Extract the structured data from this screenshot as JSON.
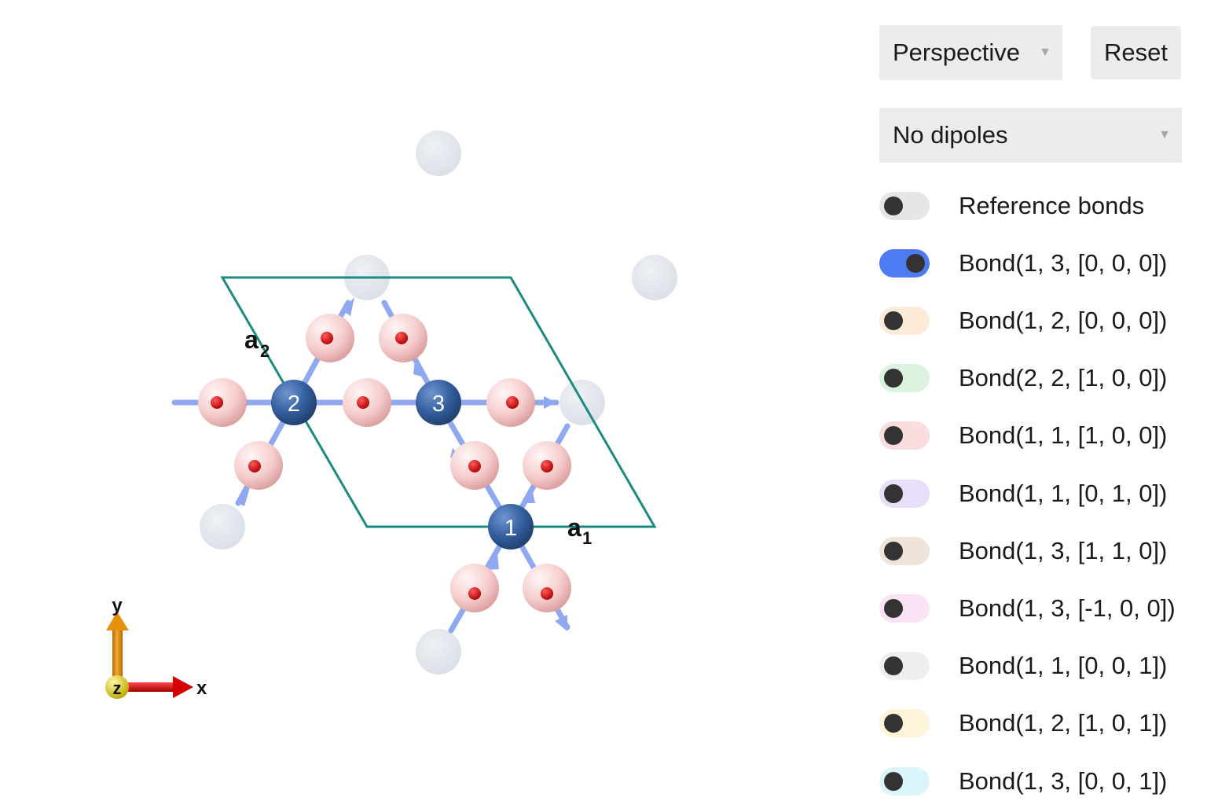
{
  "viewer": {
    "atoms": [
      {
        "label": "1"
      },
      {
        "label": "2"
      },
      {
        "label": "3"
      }
    ],
    "lattice_vectors": [
      {
        "symbol": "a",
        "subscript": "1"
      },
      {
        "symbol": "a",
        "subscript": "2"
      }
    ],
    "axes": {
      "x": "x",
      "y": "y",
      "z": "z"
    },
    "colors": {
      "atom_primary": "#34609f",
      "atom_ghost": "#e1e5ec",
      "dipole_sphere": "#f8d3d3",
      "dipole_center": "#d40000",
      "bond": "#8fa8ef",
      "unit_cell": "#1a8a82",
      "axis_x": "#d40000",
      "axis_y": "#e88f0c",
      "axis_z": "#e6e02a"
    }
  },
  "controls": {
    "projection": {
      "value": "Perspective",
      "icon": "caret-down-icon"
    },
    "reset_label": "Reset",
    "dipoles": {
      "value": "No dipoles",
      "icon": "caret-down-icon"
    }
  },
  "bond_toggles": [
    {
      "label": "Reference bonds",
      "on": false,
      "color": "#e6e6e6"
    },
    {
      "label": "Bond(1, 3, [0, 0, 0])",
      "on": true,
      "color": "#4d7cf2"
    },
    {
      "label": "Bond(1, 2, [0, 0, 0])",
      "on": false,
      "color": "#fcebd9"
    },
    {
      "label": "Bond(2, 2, [1, 0, 0])",
      "on": false,
      "color": "#dcf4df"
    },
    {
      "label": "Bond(1, 1, [1, 0, 0])",
      "on": false,
      "color": "#fbdcdf"
    },
    {
      "label": "Bond(1, 1, [0, 1, 0])",
      "on": false,
      "color": "#e9defa"
    },
    {
      "label": "Bond(1, 3, [1, 1, 0])",
      "on": false,
      "color": "#efe4da"
    },
    {
      "label": "Bond(1, 3, [-1, 0, 0])",
      "on": false,
      "color": "#fbe3f6"
    },
    {
      "label": "Bond(1, 1, [0, 0, 1])",
      "on": false,
      "color": "#efefef"
    },
    {
      "label": "Bond(1, 2, [1, 0, 1])",
      "on": false,
      "color": "#fdf4da"
    },
    {
      "label": "Bond(1, 3, [0, 0, 1])",
      "on": false,
      "color": "#daf6fb"
    }
  ]
}
